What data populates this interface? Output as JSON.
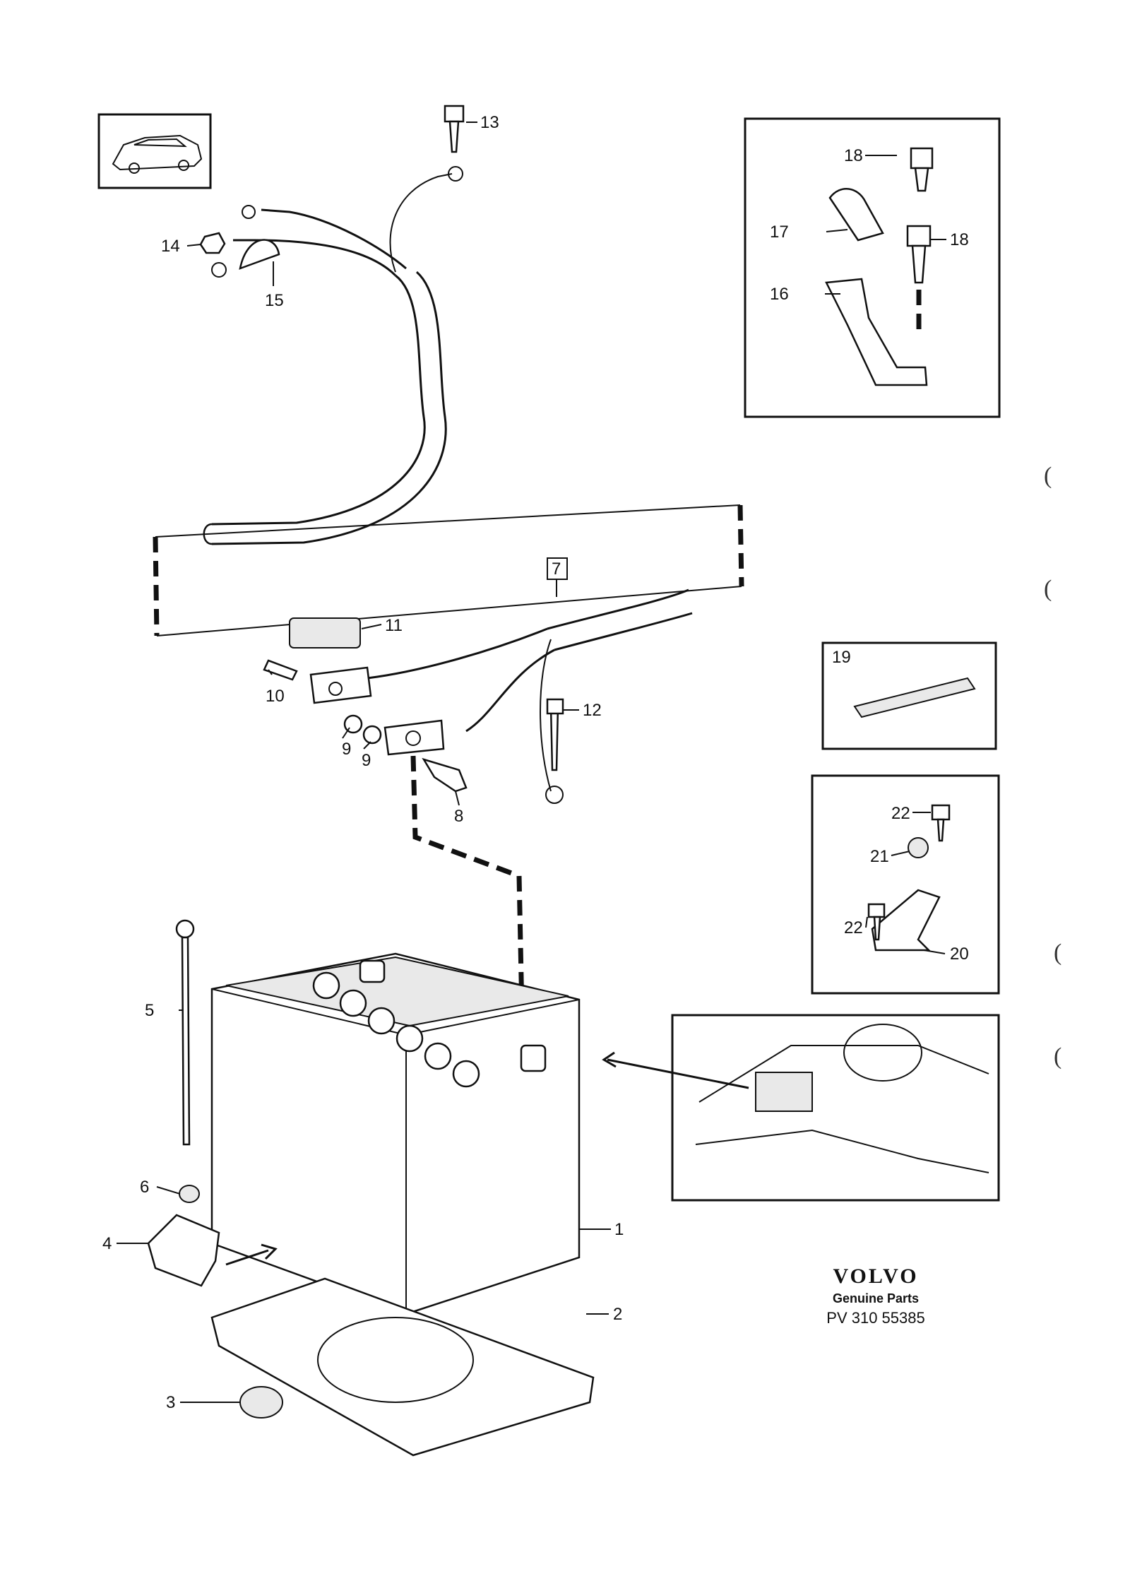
{
  "diagram": {
    "callouts": {
      "c1": "1",
      "c2": "2",
      "c3": "3",
      "c4": "4",
      "c5": "5",
      "c6": "6",
      "c7": "7",
      "c8": "8",
      "c9a": "9",
      "c9b": "9",
      "c10": "10",
      "c11": "11",
      "c12": "12",
      "c13": "13",
      "c14": "14",
      "c15": "15",
      "c16": "16",
      "c17": "17",
      "c18a": "18",
      "c18b": "18",
      "c19": "19",
      "c20": "20",
      "c21": "21",
      "c22a": "22",
      "c22b": "22"
    }
  },
  "footer": {
    "brand": "VOLVO",
    "subtitle": "Genuine Parts",
    "code": "PV 310 55385"
  },
  "margin_marks": [
    "(",
    "(",
    "(",
    "("
  ]
}
